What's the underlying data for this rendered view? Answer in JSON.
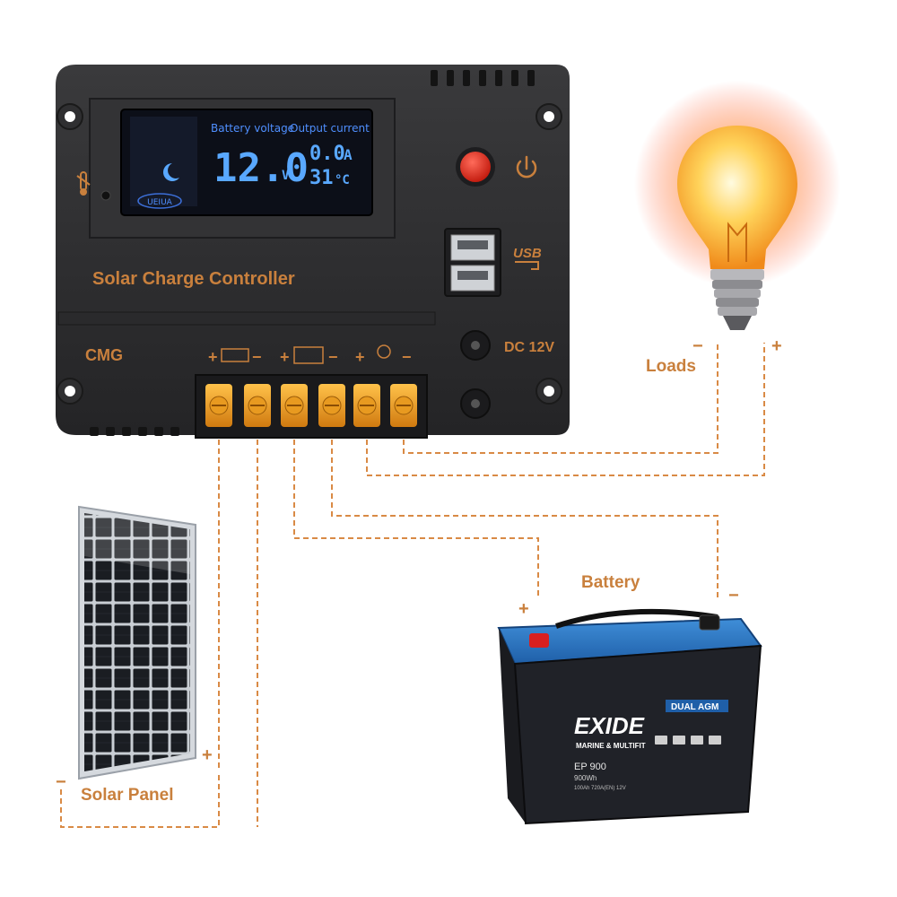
{
  "controller": {
    "title": "Solar Charge Controller",
    "brand": "CMG",
    "dc_label": "DC 12V",
    "usb_label": "USB",
    "lcd": {
      "battery_voltage_label": "Battery voltage",
      "output_current_label": "Output current",
      "voltage_value": "12.0",
      "voltage_unit": "V",
      "current_value": "0.0",
      "current_unit": "A",
      "temp_value": "31",
      "temp_unit": "°C",
      "logo": "UEIUA"
    },
    "terminal_symbols": [
      "+",
      "−",
      "+",
      "−",
      "+",
      "−"
    ]
  },
  "labels": {
    "loads": "Loads",
    "battery": "Battery",
    "solar_panel": "Solar Panel"
  },
  "polarity": {
    "loads_minus": "−",
    "loads_plus": "+",
    "battery_plus": "+",
    "battery_minus": "−",
    "panel_minus": "−",
    "panel_plus": "+"
  },
  "battery": {
    "brand": "EXIDE",
    "tagline": "MARINE & MULTIFIT",
    "series": "DUAL AGM",
    "model": "EP 900",
    "energy": "900Wh",
    "spec": "100Ah 720A(EN) 12V"
  },
  "colors": {
    "wire": "#d98a45",
    "label": "#c9803d",
    "controller_body": "#2b2b2d",
    "lcd_text": "#59a8ff",
    "terminal": "#f0a020"
  }
}
